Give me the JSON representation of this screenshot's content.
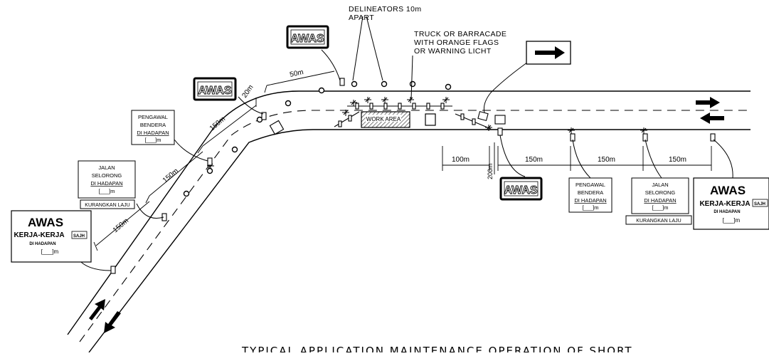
{
  "labels": {
    "delineators_line1": "DELINEATORS 10m",
    "delineators_line2": "APART",
    "truck_line1": "TRUCK OR BARRACADE",
    "truck_line2": "WITH ORANGE FLAGS",
    "truck_line3": "OR WARNING LICHT",
    "work_area": "WORK AREA",
    "caption": "TYPICAL APPLICATION MAINTENANCE OPERATION OF SHORT"
  },
  "signs": {
    "awas": "AWAS",
    "pengawal_line1": "PENGAWAL",
    "pengawal_line2": "BENDERA",
    "pengawal_line3": "DI HADAPAN",
    "jalan_line1": "JALAN",
    "jalan_line2": "SELORONG",
    "jalan_line3": "DI HADAPAN",
    "distance_blank": "[___]m",
    "kurangkan": "KURANGKAN LAJU",
    "kerja_title": "AWAS",
    "kerja_line": "KERJA-KERJA",
    "kerja_badge": "SAJH",
    "kerja_sub": "DI HADAPAN"
  },
  "distances": {
    "d50": "50m",
    "d20": "20m",
    "d150a": "150m",
    "d150b": "150m",
    "d150c": "150m",
    "d100": "100m",
    "d200": "200m",
    "d150d": "150m",
    "d150e": "150m",
    "d150f": "150m"
  }
}
